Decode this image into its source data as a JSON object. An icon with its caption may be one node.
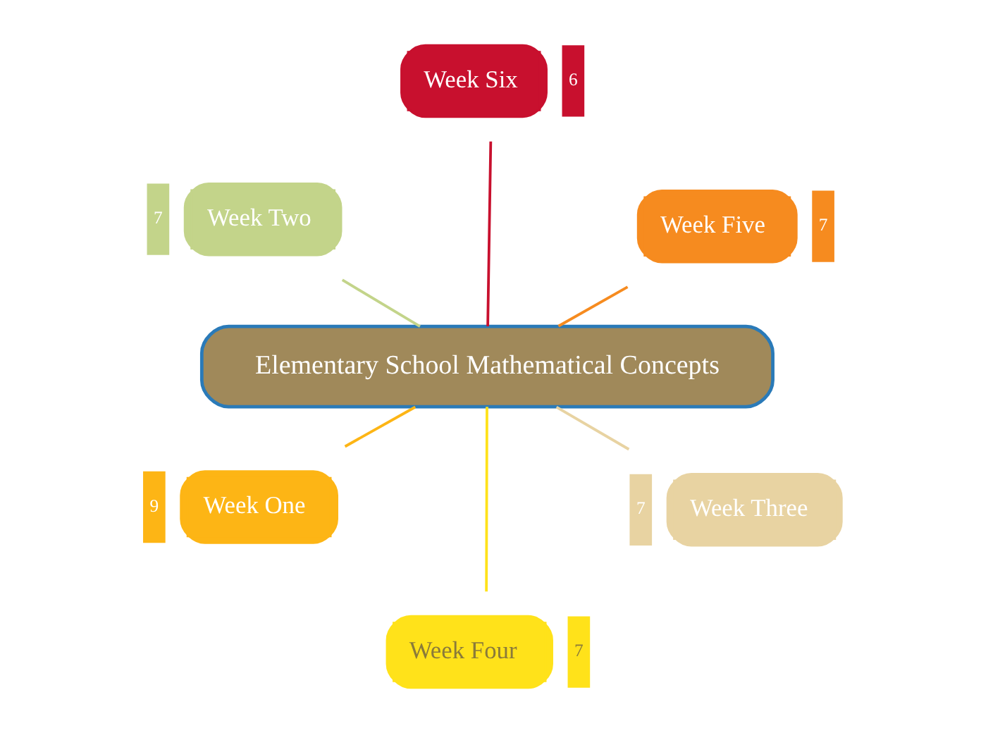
{
  "diagram": {
    "nodes": [
      {
        "text": [
          "Elementary School Mathematical Concepts"
        ]
      },
      {
        "text": [
          "Week Three"
        ],
        "beside": [
          "7"
        ]
      },
      {
        "text": [
          "Week Four"
        ],
        "beside": [
          "7"
        ]
      },
      {
        "text": [
          "Week Two"
        ],
        "beside": [
          "7"
        ]
      },
      {
        "text": [
          "Week Five"
        ],
        "beside": [
          "7"
        ]
      },
      {
        "text": [
          "Week Six"
        ],
        "beside": [
          "6"
        ]
      },
      {
        "text": [
          "Week One"
        ],
        "beside": [
          "9"
        ]
      }
    ],
    "edges": [
      {
        "from": 0,
        "to": 1,
        "arrow": "none",
        "color": "#e8d3a2"
      },
      {
        "from": 0,
        "to": 2,
        "arrow": "none",
        "color": "#ffe21a"
      },
      {
        "from": 0,
        "to": 3,
        "arrow": "none",
        "color": "#c3d48a"
      },
      {
        "from": 0,
        "to": 4,
        "arrow": "none",
        "color": "#f68b1f"
      },
      {
        "from": 0,
        "to": 5,
        "arrow": "none",
        "color": "#c8102e"
      },
      {
        "from": 0,
        "to": 6,
        "arrow": "none",
        "color": "#fdb515"
      }
    ]
  }
}
